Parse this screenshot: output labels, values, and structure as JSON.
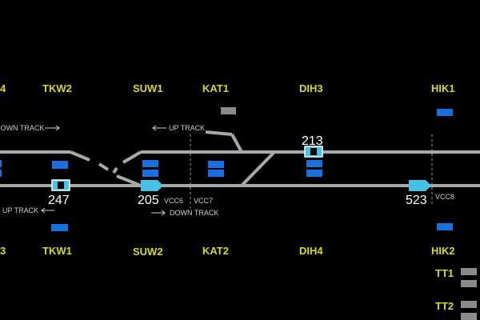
{
  "stations_top": [
    "TKW2",
    "SUW1",
    "KAT1",
    "DIH3",
    "HIK1"
  ],
  "stations_bottom": [
    "TKW1",
    "SUW2",
    "KAT2",
    "DIH4",
    "HIK2"
  ],
  "edge_top": "4",
  "edge_bottom": "3",
  "direction_labels": {
    "down_track_top": "DOWN TRACK",
    "up_track_top": "UP TRACK",
    "up_track_bottom": "UP TRACK",
    "down_track_bottom": "DOWN TRACK"
  },
  "vcc_labels": [
    "VCC6",
    "VCC7",
    "VCC8"
  ],
  "trains": {
    "t213": "213",
    "t247": "247",
    "t205": "205",
    "t523": "523"
  },
  "side_labels": [
    "TT1",
    "TT2"
  ],
  "colors": {
    "background": "#000000",
    "track": "#a8a8a8",
    "station_label": "#d8d81e",
    "block_occupied": "#1a6fe0",
    "block_inactive": "#8a8a8a",
    "train_vehicle": "#46c2e6"
  }
}
